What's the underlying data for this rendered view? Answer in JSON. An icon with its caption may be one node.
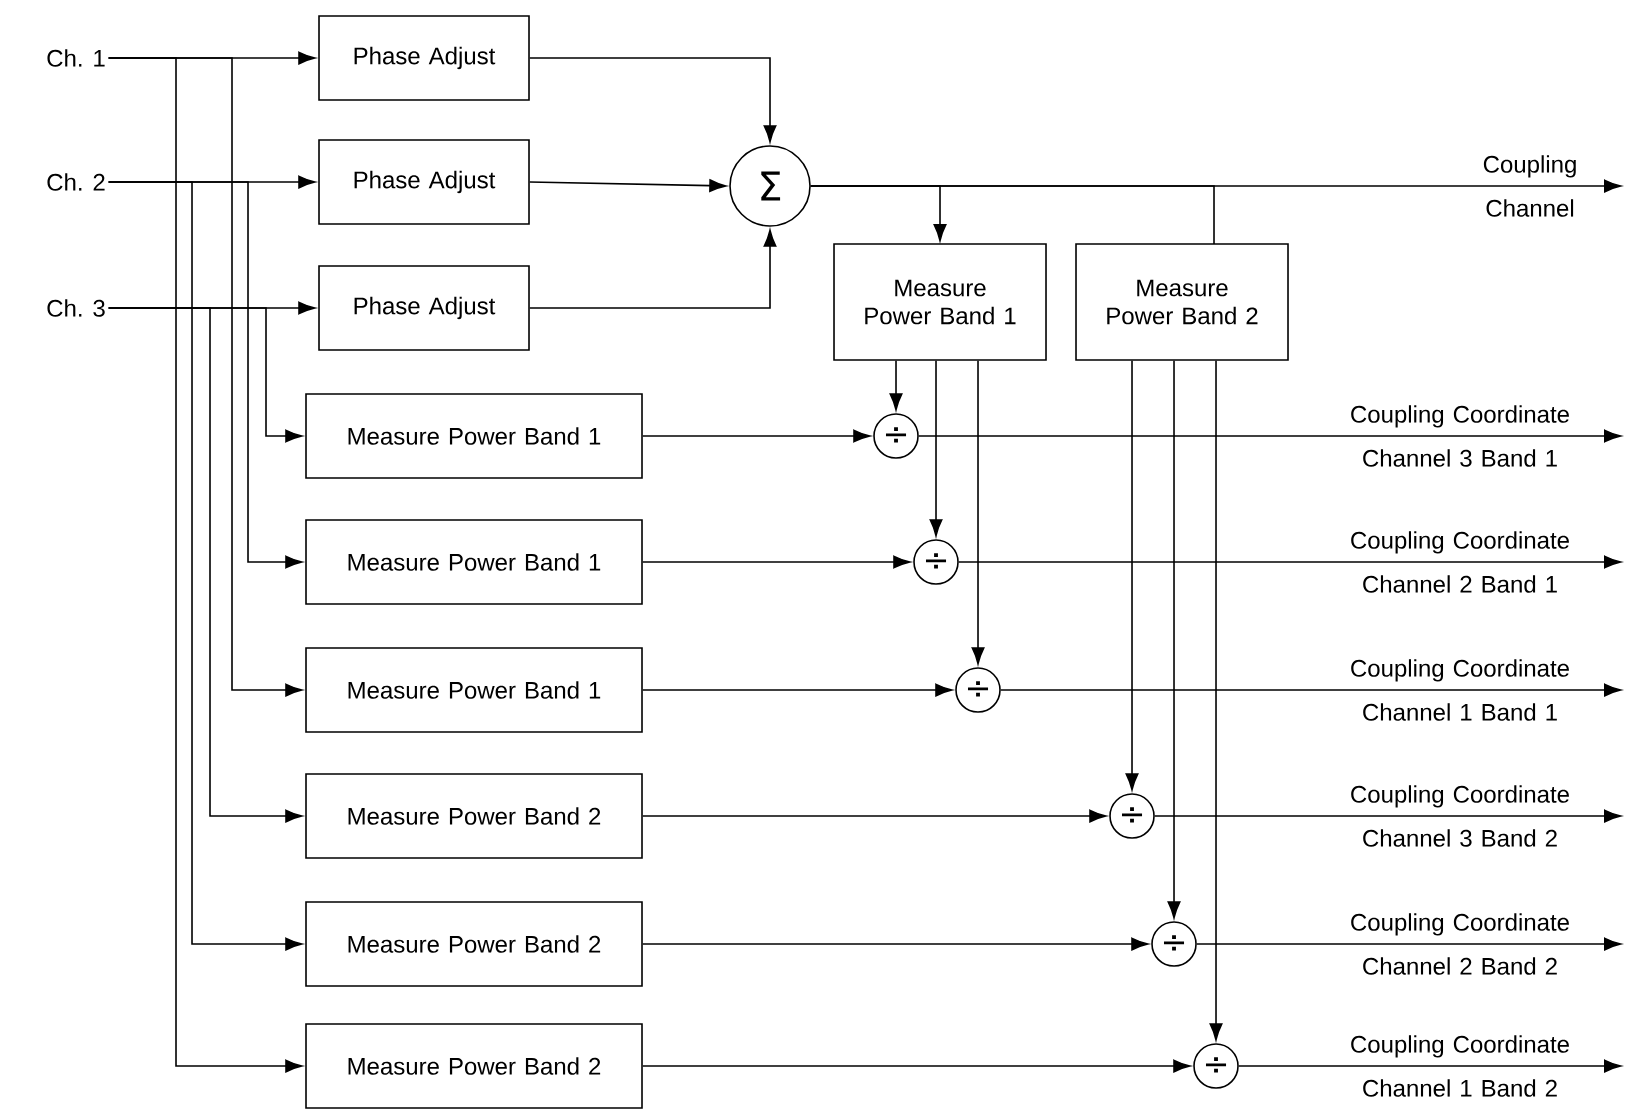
{
  "diagram": {
    "nodes": [
      {
        "text": [
          "Ch. 1"
        ]
      },
      {
        "text": [
          "Ch. 2"
        ]
      },
      {
        "text": [
          "Ch. 3"
        ]
      },
      {
        "text": [
          "Phase Adjust"
        ]
      },
      {
        "text": [
          "Phase Adjust"
        ]
      },
      {
        "text": [
          "Phase Adjust"
        ]
      },
      {
        "text": [
          "Σ"
        ]
      },
      {
        "text": [
          "Measure Power Band 1"
        ]
      },
      {
        "text": [
          "Measure Power Band 2"
        ]
      },
      {
        "text": [
          "Measure Power Band 1"
        ]
      },
      {
        "text": [
          "Measure Power Band 1"
        ]
      },
      {
        "text": [
          "Measure Power Band 1"
        ]
      },
      {
        "text": [
          "Measure Power Band 2"
        ]
      },
      {
        "text": [
          "Measure Power Band 2"
        ]
      },
      {
        "text": [
          "Measure Power Band 2"
        ]
      },
      {
        "text": [
          "÷"
        ]
      },
      {
        "text": [
          "÷"
        ]
      },
      {
        "text": [
          "÷"
        ]
      },
      {
        "text": [
          "÷"
        ]
      },
      {
        "text": [
          "÷"
        ]
      },
      {
        "text": [
          "÷"
        ]
      }
    ],
    "edges": [
      {
        "from": 0,
        "to": 3,
        "arrow": "to"
      },
      {
        "from": 1,
        "to": 4,
        "arrow": "to"
      },
      {
        "from": 2,
        "to": 5,
        "arrow": "to"
      },
      {
        "from": 0,
        "to": 14,
        "arrow": "to"
      },
      {
        "from": 1,
        "to": 13,
        "arrow": "to"
      },
      {
        "from": 2,
        "to": 12,
        "arrow": "to"
      },
      {
        "from": 0,
        "to": 11,
        "arrow": "to"
      },
      {
        "from": 1,
        "to": 10,
        "arrow": "to"
      },
      {
        "from": 2,
        "to": 9,
        "arrow": "to"
      },
      {
        "from": 3,
        "to": 6,
        "arrow": "to"
      },
      {
        "from": 4,
        "to": 6,
        "arrow": "to"
      },
      {
        "from": 5,
        "to": 6,
        "arrow": "to"
      },
      {
        "from": 6,
        "to": null,
        "arrow": "to",
        "label": "Coupling Channel"
      },
      {
        "from": 6,
        "to": 7,
        "arrow": "to"
      },
      {
        "from": 6,
        "to": 8,
        "arrow": "none"
      },
      {
        "from": 7,
        "to": 15,
        "arrow": "to"
      },
      {
        "from": 7,
        "to": 16,
        "arrow": "to"
      },
      {
        "from": 7,
        "to": 17,
        "arrow": "to"
      },
      {
        "from": 8,
        "to": 18,
        "arrow": "to"
      },
      {
        "from": 8,
        "to": 19,
        "arrow": "to"
      },
      {
        "from": 8,
        "to": 20,
        "arrow": "to"
      },
      {
        "from": 9,
        "to": 15,
        "arrow": "to"
      },
      {
        "from": 10,
        "to": 16,
        "arrow": "to"
      },
      {
        "from": 11,
        "to": 17,
        "arrow": "to"
      },
      {
        "from": 12,
        "to": 18,
        "arrow": "to"
      },
      {
        "from": 13,
        "to": 19,
        "arrow": "to"
      },
      {
        "from": 14,
        "to": 20,
        "arrow": "to"
      },
      {
        "from": 15,
        "to": null,
        "arrow": "to",
        "label": "Coupling Coordinate Channel 3 Band 1"
      },
      {
        "from": 16,
        "to": null,
        "arrow": "to",
        "label": "Coupling Coordinate Channel 2 Band 1"
      },
      {
        "from": 17,
        "to": null,
        "arrow": "to",
        "label": "Coupling Coordinate Channel 1 Band 1"
      },
      {
        "from": 18,
        "to": null,
        "arrow": "to",
        "label": "Coupling Coordinate Channel 3 Band 2"
      },
      {
        "from": 19,
        "to": null,
        "arrow": "to",
        "label": "Coupling Coordinate Channel 2 Band 2"
      },
      {
        "from": 20,
        "to": null,
        "arrow": "to",
        "label": "Coupling Coordinate Channel 1 Band 2"
      }
    ]
  }
}
